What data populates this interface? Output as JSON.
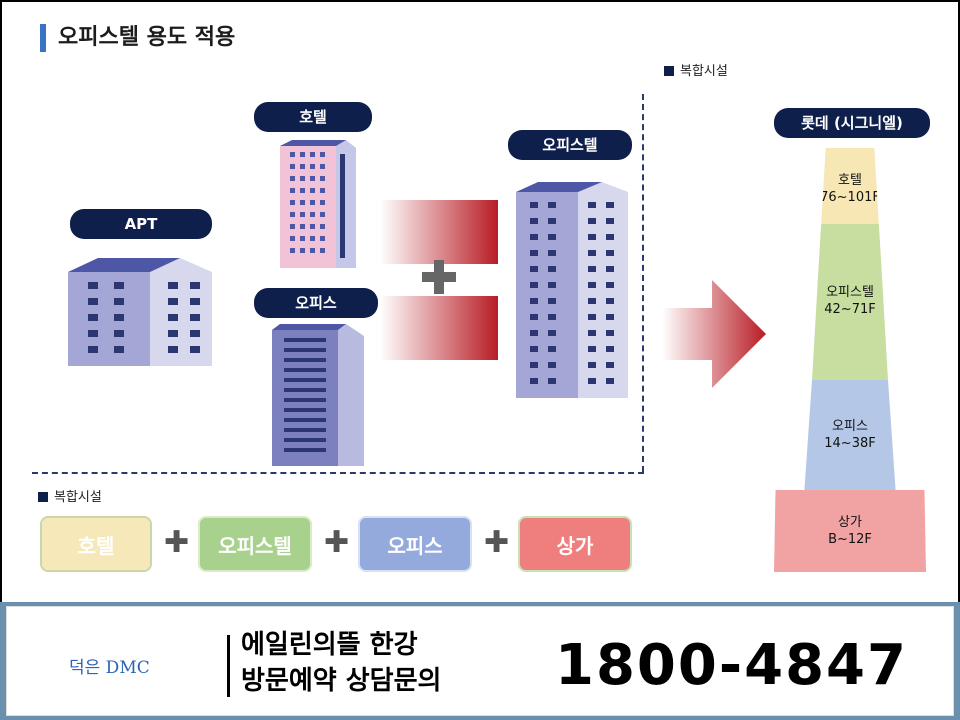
{
  "title": "오피스텔 용도 적용",
  "top_section_label": "복합시설",
  "bottom_section_label": "복합시설",
  "buildings": {
    "apt_label": "APT",
    "hotel_label": "호텔",
    "office_label": "오피스",
    "officetel_label": "오피스텔"
  },
  "tower": {
    "title": "롯데 (시그니엘)",
    "segments": [
      {
        "name": "호텔",
        "floors": "76~101F",
        "color": "#f7e7b4"
      },
      {
        "name": "오피스텔",
        "floors": "42~71F",
        "color": "#c7dea0"
      },
      {
        "name": "오피스",
        "floors": "14~38F",
        "color": "#b5c7e6"
      },
      {
        "name": "상가",
        "floors": "B~12F",
        "color": "#f1a3a3"
      }
    ]
  },
  "facility_boxes": [
    {
      "label": "호텔",
      "bg": "#f6e8b8",
      "text": "#ffffff"
    },
    {
      "label": "오피스텔",
      "bg": "#a9d18e",
      "text": "#ffffff"
    },
    {
      "label": "오피스",
      "bg": "#94a9dc",
      "text": "#ffffff"
    },
    {
      "label": "상가",
      "bg": "#ef7f7f",
      "text": "#ffffff"
    }
  ],
  "footer": {
    "brand": "덕은 DMC",
    "line1": "에일린의뜰 한강",
    "line2": "방문예약 상담문의",
    "phone": "1800-4847"
  }
}
